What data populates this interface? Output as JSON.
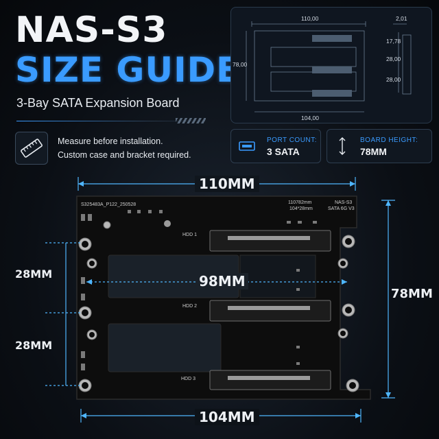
{
  "header": {
    "title_line1": "NAS-S3",
    "title_line2": "SIZE GUIDE",
    "subtitle": "3-Bay SATA Expansion Board"
  },
  "note": {
    "line1": "Measure before installation.",
    "line2": "Custom case and bracket required."
  },
  "schematic": {
    "top": "110,00",
    "side_left": "78,00",
    "bottom": "104,00",
    "right_top": "2,01",
    "right_1": "17,78",
    "right_2": "28,00",
    "right_3": "28,00"
  },
  "specs": {
    "port_label": "PORT COUNT:",
    "port_value": "3 SATA",
    "height_label": "BOARD HEIGHT:",
    "height_value": "78MM"
  },
  "board": {
    "code_left": "S325483A_P122_250528",
    "size_text1": "110782mm",
    "size_text2": "104*28mm",
    "model1": "NAS-S3",
    "model2": "SATA 6G V3",
    "hdd1": "HDD 1",
    "hdd2": "HDD 2",
    "hdd3": "HDD 3"
  },
  "dimensions": {
    "top": "110MM",
    "bottom": "104MM",
    "center": "98MM",
    "left_upper": "28MM",
    "left_lower": "28MM",
    "right": "78MM"
  },
  "colors": {
    "accent": "#3a9bff",
    "text": "#eef1f5",
    "board": "#0c0c0c"
  }
}
